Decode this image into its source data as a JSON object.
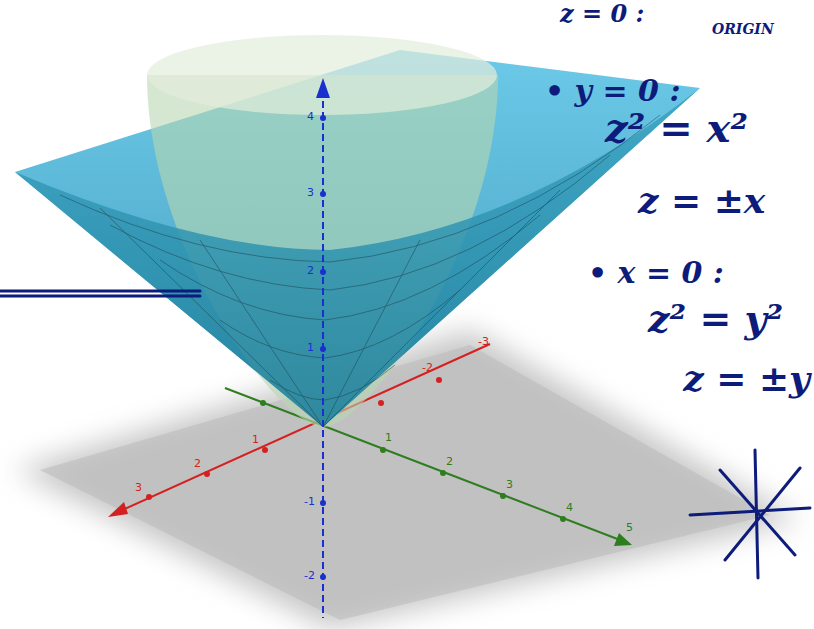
{
  "diagram": {
    "labels": [
      "z = 0 :",
      "ORIGIN",
      "• y = 0 :",
      "z² = x²",
      "z = ±x",
      "• x = 0 :",
      "z² = y²",
      "z = ±y",
      "4",
      "3",
      "2",
      "1",
      "-1",
      "-2",
      "-3",
      "-2",
      "1",
      "2",
      "3",
      "1",
      "2",
      "3",
      "4",
      "5"
    ]
  }
}
